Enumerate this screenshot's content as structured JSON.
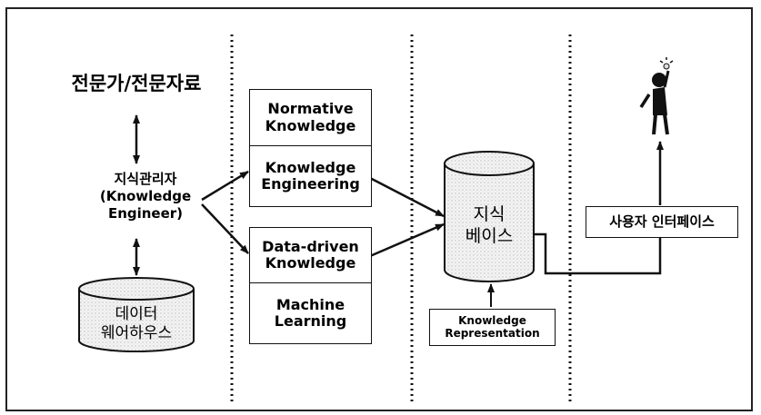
{
  "diagram": {
    "source_label": "전문가/전문자료",
    "engineer_label": "지식관리자\n(Knowledge\nEngineer)",
    "data_warehouse_label": "데이터\n웨어하우스",
    "normative_label": "Normative\nKnowledge",
    "knowledge_engineering_label": "Knowledge\nEngineering",
    "data_driven_label": "Data-driven\nKnowledge",
    "machine_learning_label": "Machine\nLearning",
    "knowledge_base_label": "지식\n베이스",
    "representation_label": "Knowledge\nRepresentation",
    "user_interface_label": "사용자 인터페이스"
  }
}
